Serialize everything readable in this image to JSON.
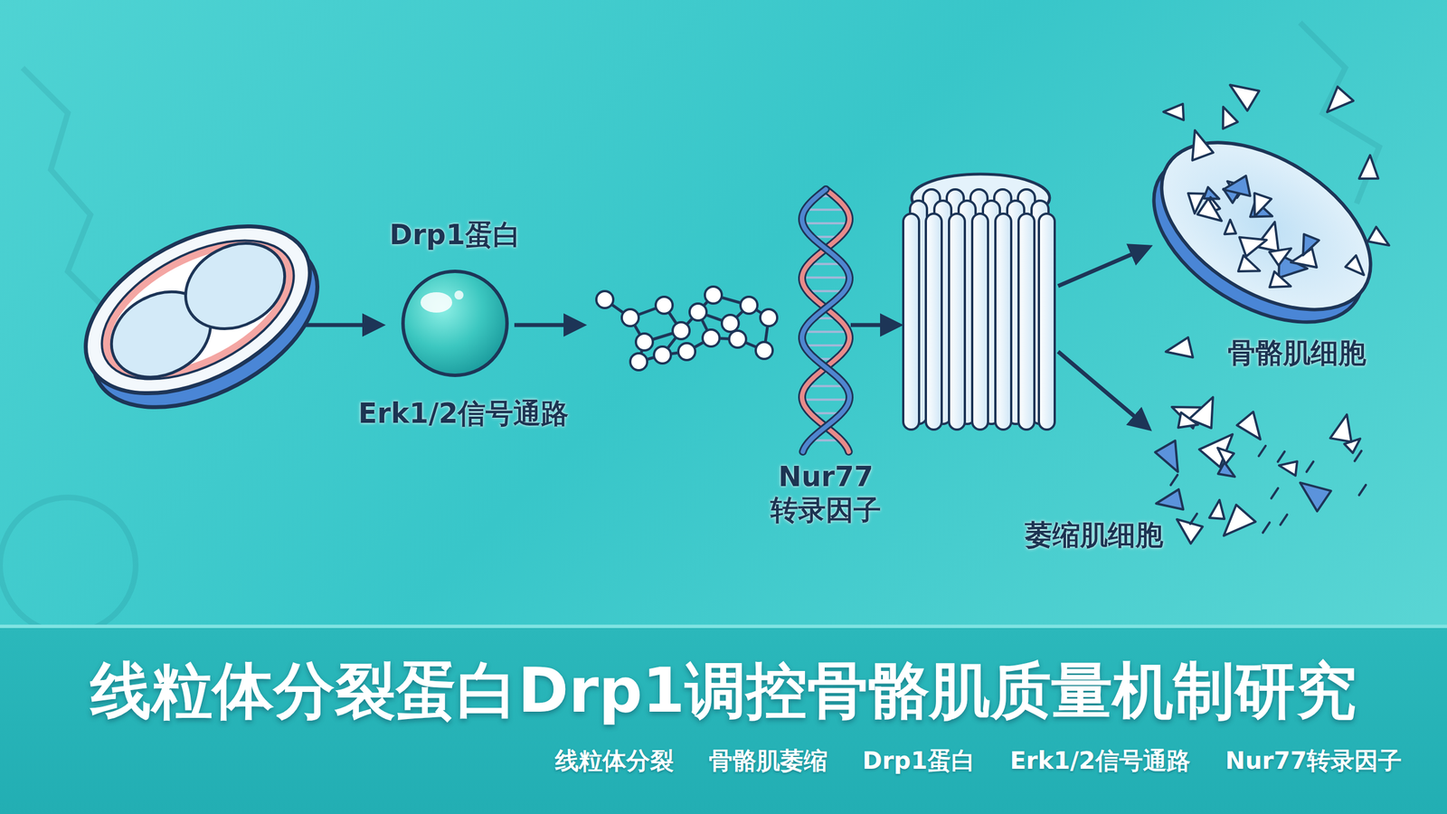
{
  "diagram": {
    "title": "线粒体分裂蛋白Drp1调控骨骼肌质量机制研究",
    "nodes": [
      {
        "text": [
          "Drp1蛋白",
          "Erk1/2信号通路"
        ]
      },
      {
        "text": [
          "Nur77 转录因子"
        ]
      },
      {
        "text": [
          "骨骼肌细胞"
        ]
      },
      {
        "text": [
          "萎缩肌细胞"
        ]
      }
    ],
    "labels": [
      "线粒体分裂",
      "骨骼肌萎缩",
      "Drp1蛋白",
      "Erk1/2信号通路",
      "Nur77转录因子"
    ]
  }
}
